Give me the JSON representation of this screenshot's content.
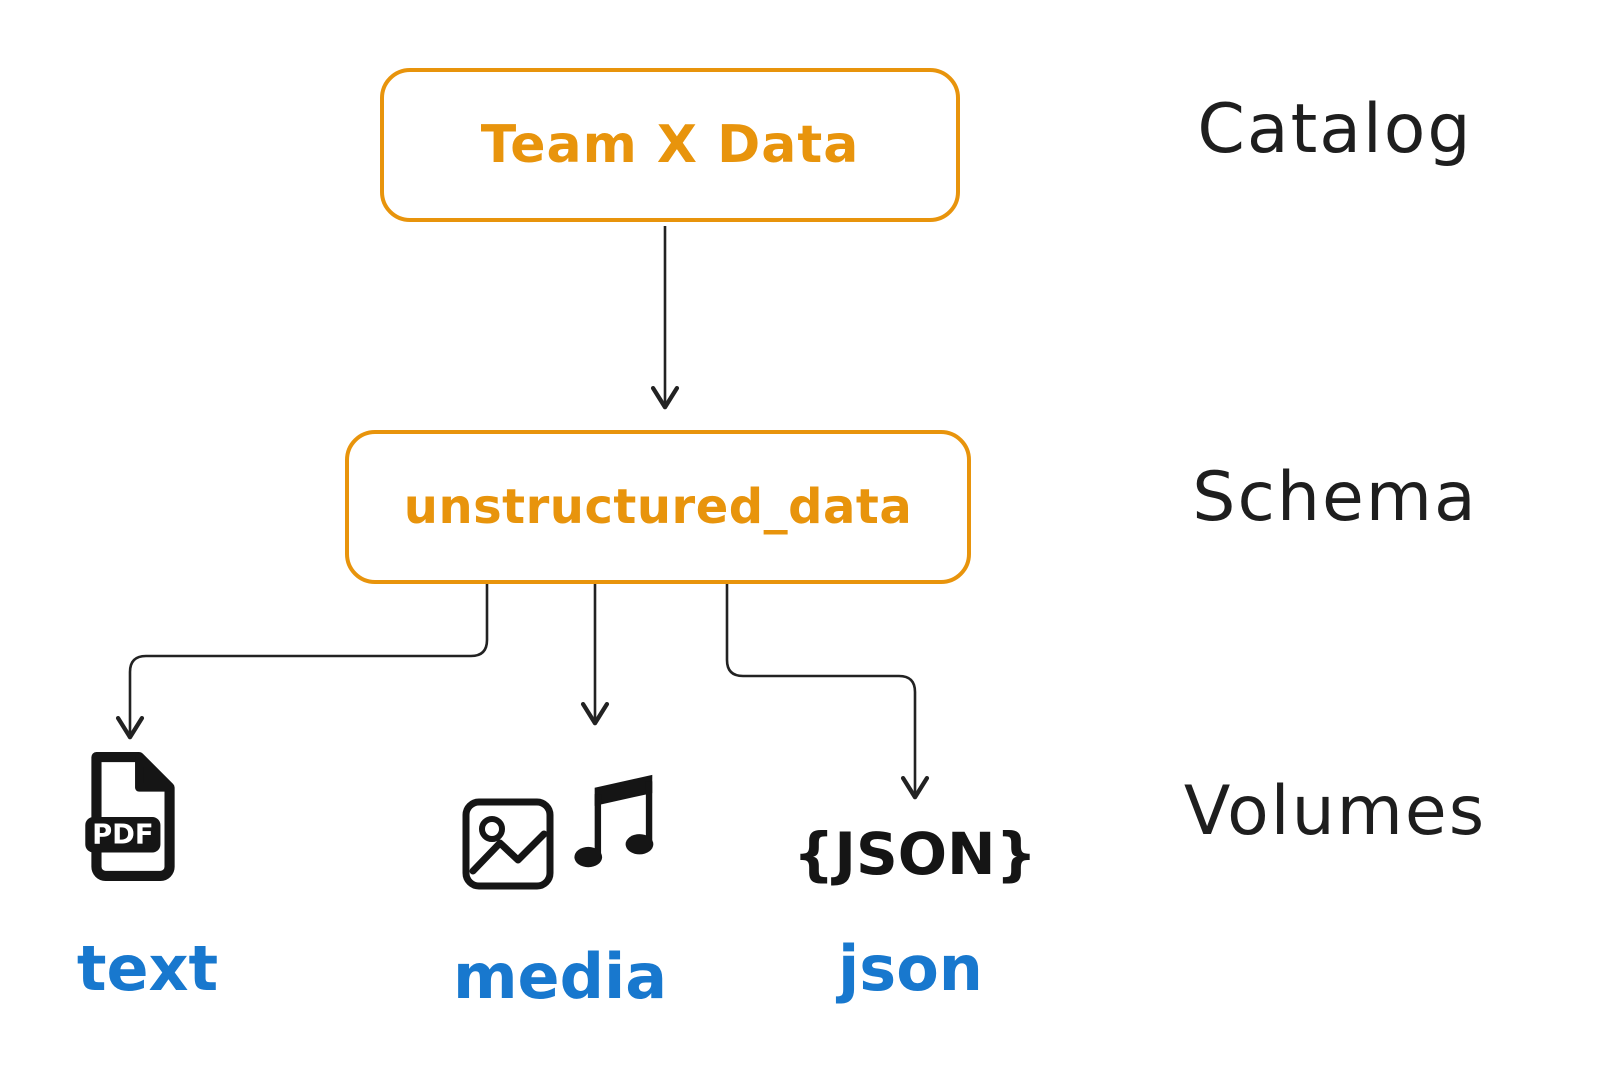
{
  "diagram": {
    "catalog": {
      "box_label": "Team X Data",
      "level_label": "Catalog"
    },
    "schema": {
      "box_label": "unstructured_data",
      "level_label": "Schema"
    },
    "volumes": {
      "level_label": "Volumes",
      "items": [
        {
          "label": "text",
          "icon": "pdf-file-icon",
          "icon_text": "PDF"
        },
        {
          "label": "media",
          "icon": "image-icon, music-note-icon",
          "icon_text": ""
        },
        {
          "label": "json",
          "icon": "json-braces-text",
          "icon_text": "{JSON}"
        }
      ]
    },
    "colors": {
      "accent_orange": "#E8940C",
      "label_blue": "#1878CE",
      "ink_black": "#1e1e1e"
    }
  }
}
